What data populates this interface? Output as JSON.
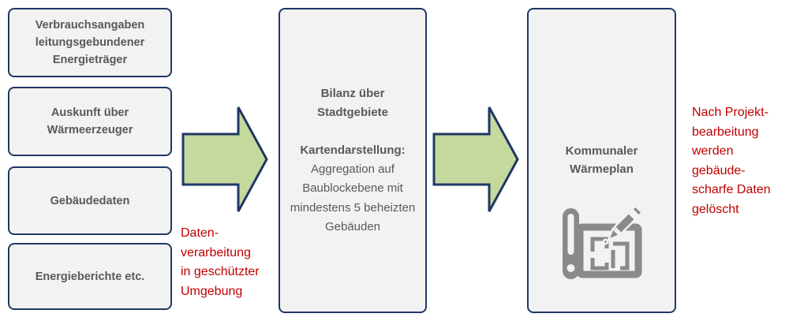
{
  "colors": {
    "border_navy": "#1f3864",
    "box_fill": "#f2f2f2",
    "arrow_green": "#c5d89d",
    "text_gray": "#595959",
    "note_red": "#c00000",
    "icon_gray": "#8a8a8a"
  },
  "inputs": [
    {
      "label": "Verbrauchsangaben leitungsgebundener Energieträger"
    },
    {
      "label": "Auskunft über Wärmeerzeuger"
    },
    {
      "label": "Gebäudedaten"
    },
    {
      "label": "Energieberichte etc."
    }
  ],
  "process": {
    "title": "Bilanz über\nStadtgebiete",
    "subtitle": "Kartendarstellung:",
    "body": "Aggregation auf Baublockebene mit mindestens 5 beheizten Gebäuden"
  },
  "output": {
    "title": "Kommunaler\nWärmeplan",
    "icon": "blueprint-pencil-icon"
  },
  "notes": {
    "left": "Daten-\nverarbeitung\nin geschützter\nUmgebung",
    "right": "Nach Projekt-\nbearbeitung\nwerden\ngebäude-\nscharfe Daten\ngelöscht"
  },
  "arrows": [
    {
      "name": "arrow-inputs-to-process"
    },
    {
      "name": "arrow-process-to-output"
    }
  ]
}
